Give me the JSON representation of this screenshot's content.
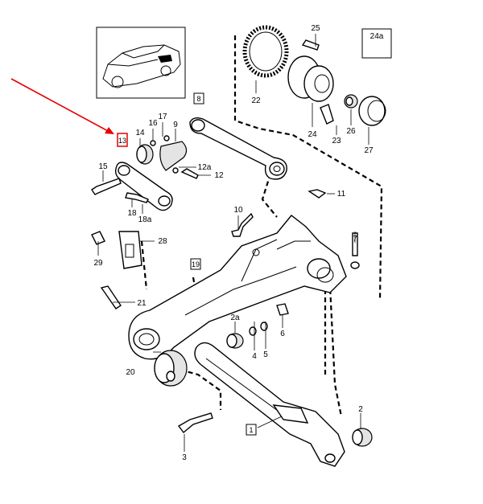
{
  "callouts": {
    "c1": "1",
    "c2": "2",
    "c2a": "2a",
    "c3": "3",
    "c4": "4",
    "c5": "5",
    "c6": "6",
    "c7": "7",
    "c8": "8",
    "c9": "9",
    "c10": "10",
    "c11": "11",
    "c12": "12",
    "c12a": "12a",
    "c14": "14",
    "c15": "15",
    "c16": "16",
    "c17": "17",
    "c18": "18",
    "c18a": "18a",
    "c19": "19",
    "c20": "20",
    "c21": "21",
    "c22": "22",
    "c23": "23",
    "c24": "24",
    "c24a": "24a",
    "c25": "25",
    "c26": "26",
    "c27": "27",
    "c28": "28",
    "c29": "29"
  },
  "highlight": {
    "label": "13",
    "color": "#e60000"
  },
  "arrow_color": "#e60000"
}
